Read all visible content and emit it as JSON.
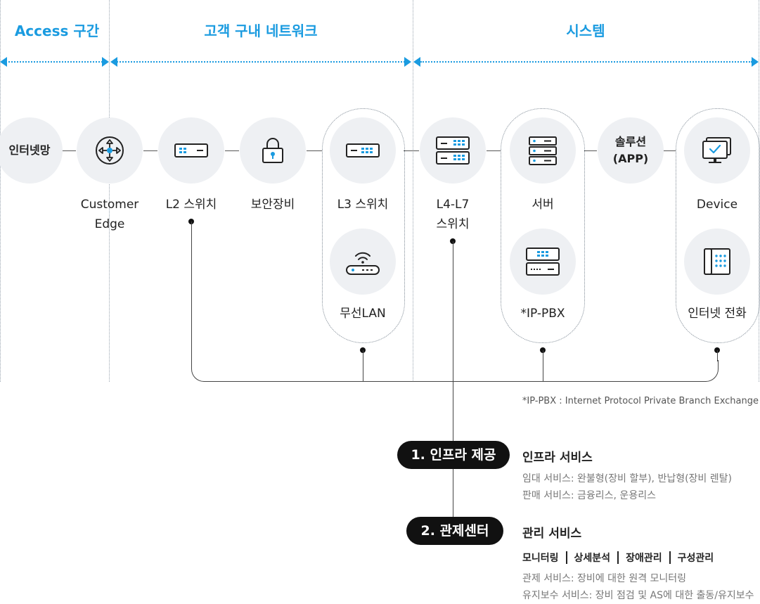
{
  "segments": {
    "access": "Access 구간",
    "customer_network": "고객 구내 네트워크",
    "system": "시스템"
  },
  "nodes": {
    "internet": "인터넷망",
    "customer_edge": [
      "Customer",
      "Edge"
    ],
    "l2_switch": "L2 스위치",
    "security": "보안장비",
    "l3_switch": "L3 스위치",
    "wireless_lan": "무선LAN",
    "l4l7_switch": [
      "L4-L7",
      "스위치"
    ],
    "server": "서버",
    "ippbx": "*IP-PBX",
    "solution": [
      "솔루션",
      "(APP)"
    ],
    "device": "Device",
    "internet_phone": "인터넷 전화"
  },
  "footnote": "*IP-PBX : Internet Protocol Private Branch Exchange",
  "services": {
    "infra": {
      "badge": "1. 인프라 제공",
      "title": "인프라 서비스",
      "line1": "임대 서비스: 완불형(장비 할부), 반납형(장비 렌탈)",
      "line2": "판매 서비스: 금융리스, 운용리스"
    },
    "control": {
      "badge": "2. 관제센터",
      "title": "관리 서비스",
      "items": [
        "모니터링",
        "상세분석",
        "장애관리",
        "구성관리"
      ],
      "line1": "관제 서비스: 장비에 대한 원격 모니터링",
      "line2": "유지보수 서비스: 장비 점검 및 AS에 대한 출동/유지보수"
    }
  },
  "colors": {
    "accent": "#1a9be0",
    "circle": "#eef0f3",
    "badge": "#111111"
  },
  "icons": [
    "crosshair-icon",
    "switch-icon",
    "lock-icon",
    "wifi-icon",
    "server-icon",
    "pbx-icon",
    "monitor-icon",
    "phone-icon"
  ]
}
